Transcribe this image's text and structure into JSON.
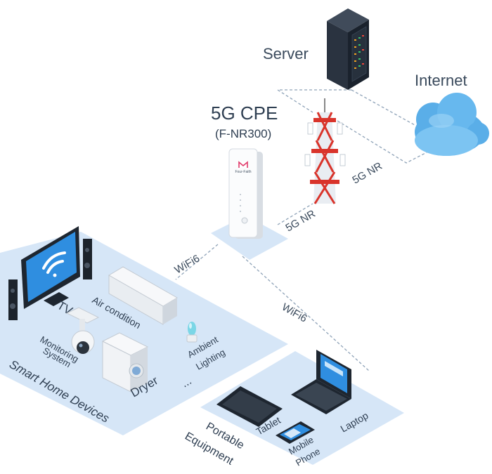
{
  "nodes": {
    "server": "Server",
    "internet": "Internet",
    "cpe_title": "5G CPE",
    "cpe_model": "(F-NR300)",
    "cpe_brand": "Four-Faith"
  },
  "links": {
    "tower_to_cloud": "5G NR",
    "cpe_to_tower": "5G NR",
    "cpe_to_home": "WiFi6",
    "cpe_to_portable": "WiFi6"
  },
  "smart_home": {
    "title": "Smart Home Devices",
    "tv": "TV",
    "air": "Air condition",
    "monitoring_1": "Monitoring",
    "monitoring_2": "System",
    "ambient_1": "Ambient",
    "ambient_2": "Lighting",
    "dryer": "Dryer",
    "ellipsis": "..."
  },
  "portable": {
    "title_1": "Portable",
    "title_2": "Equipment",
    "tablet": "Tablet",
    "phone_1": "Mobile",
    "phone_2": "Phone",
    "laptop": "Laptop"
  },
  "colors": {
    "platform": "#d6e6f7",
    "cloud": "#5aaee8",
    "tower_red": "#d9342b",
    "text_dark": "#2f3f52",
    "text_gray": "#3a4a5c",
    "link_line": "#8fa3b8"
  }
}
